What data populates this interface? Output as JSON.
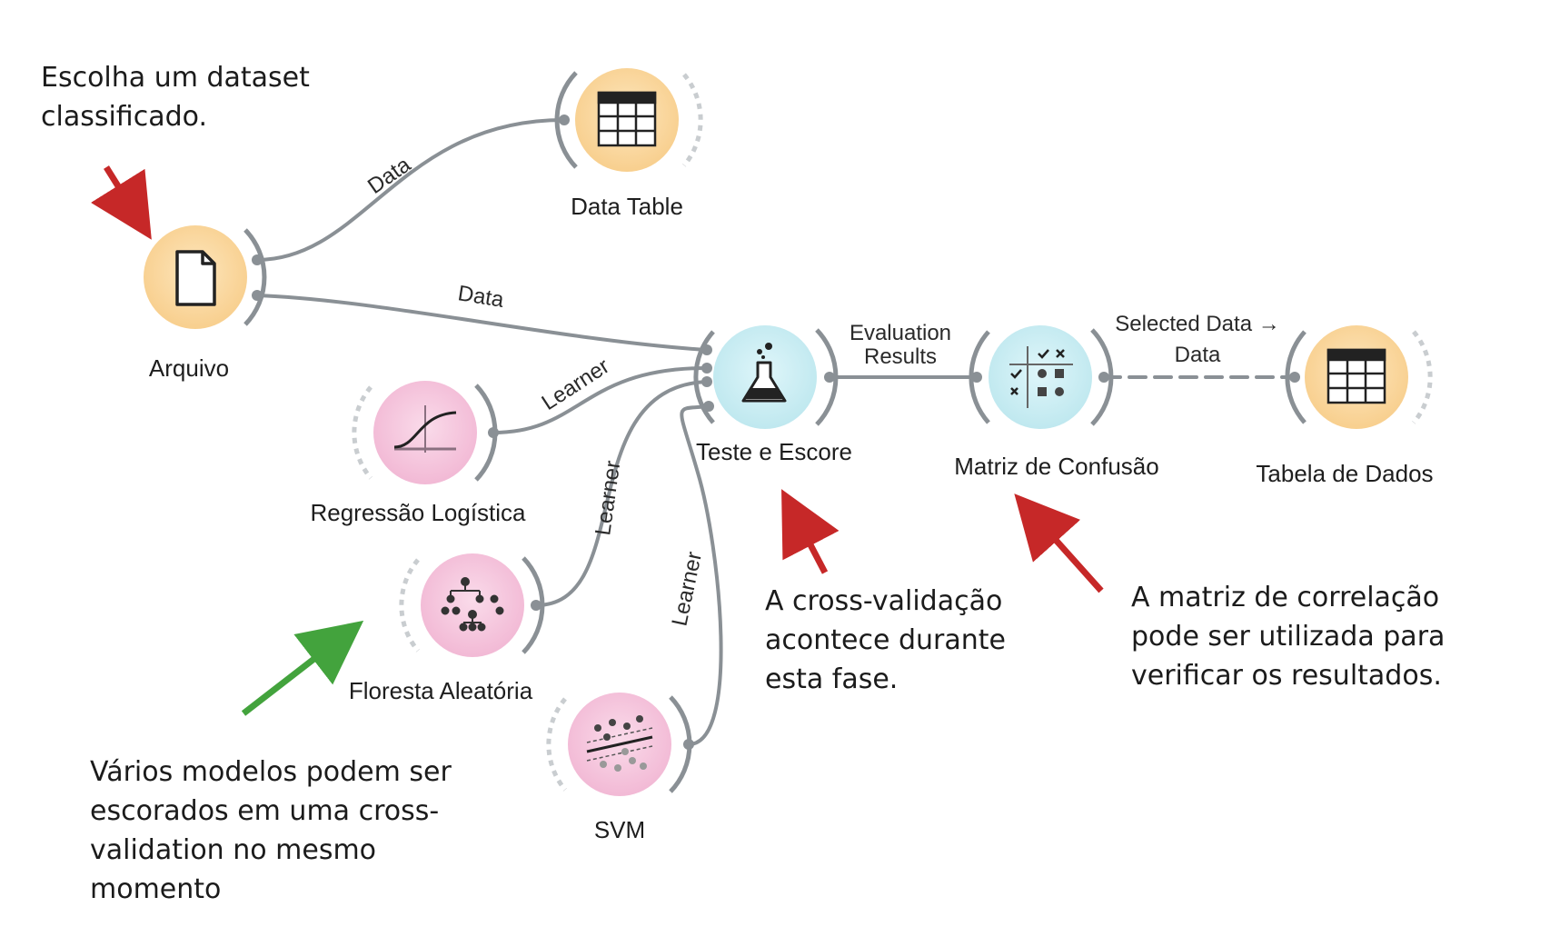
{
  "notes": {
    "dataset": "Escolha um dataset\nclassificado.",
    "crossval": "A cross-validação\nacontece durante\nesta fase.",
    "matrix": "A matriz de correlação\npode ser utilizada para\nverificar os resultados.",
    "models": "Vários modelos podem ser\nescorados em uma cross-\nvalidation no mesmo\nmomento"
  },
  "widgets": {
    "arquivo": {
      "label": "Arquivo",
      "icon": "file-icon"
    },
    "data_table": {
      "label": "Data Table",
      "icon": "table-icon"
    },
    "regressao": {
      "label": "Regressão Logística",
      "icon": "logistic-curve-icon"
    },
    "floresta": {
      "label": "Floresta Aleatória",
      "icon": "tree-icon"
    },
    "svm": {
      "label": "SVM",
      "icon": "svm-icon"
    },
    "teste": {
      "label": "Teste e Escore",
      "icon": "flask-icon"
    },
    "matriz": {
      "label": "Matriz de Confusão",
      "icon": "confusion-matrix-icon"
    },
    "tabela": {
      "label": "Tabela de Dados",
      "icon": "table-icon"
    }
  },
  "links": {
    "data_1": "Data",
    "data_2": "Data",
    "learner_1": "Learner",
    "learner_2": "Learner",
    "learner_3": "Learner",
    "eval_line1": "Evaluation",
    "eval_line2": "Results",
    "selected_line1": "Selected Data →",
    "selected_line2": "Data"
  },
  "colors": {
    "data_widget": "#fbd79c",
    "model_widget": "#f6c5dd",
    "eval_widget": "#c7ecf2",
    "link": "#8a9095",
    "arrow_red": "#c62828",
    "arrow_green": "#43a33d"
  }
}
